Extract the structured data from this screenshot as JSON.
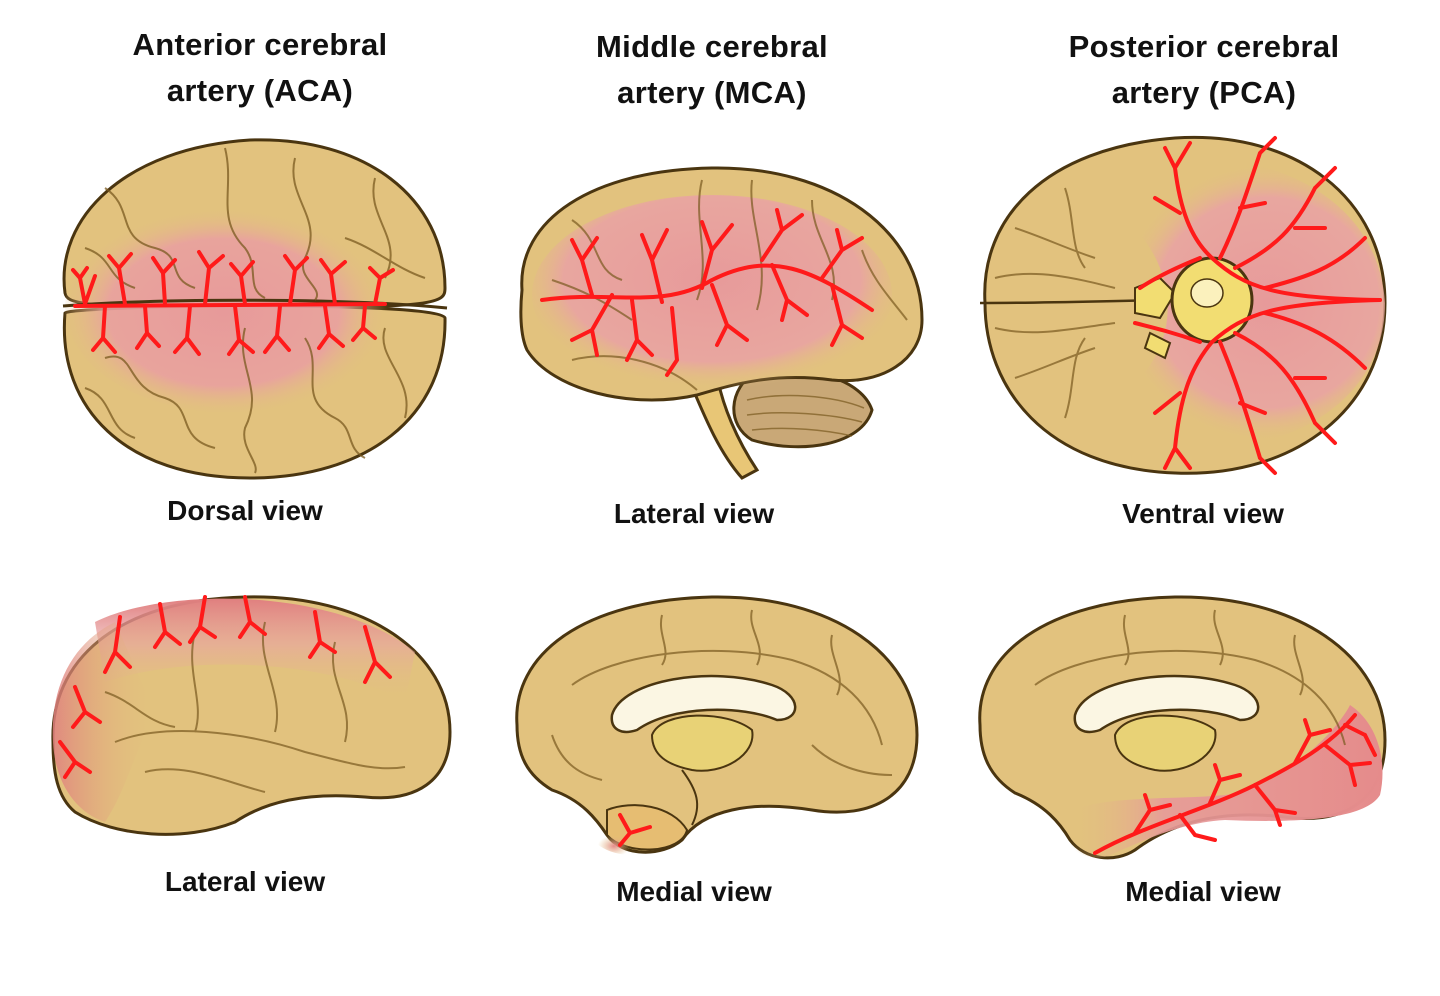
{
  "columns": [
    {
      "title_line1": "Anterior cerebral",
      "title_line2": "artery (ACA)",
      "top_view": "Dorsal view",
      "bottom_view": "Lateral view"
    },
    {
      "title_line1": "Middle cerebral",
      "title_line2": "artery (MCA)",
      "top_view": "Lateral view",
      "bottom_view": "Medial view"
    },
    {
      "title_line1": "Posterior cerebral",
      "title_line2": "artery (PCA)",
      "top_view": "Ventral view",
      "bottom_view": "Medial view"
    }
  ],
  "colors": {
    "brain_tissue": "#e2c27e",
    "brain_outline": "#4a3510",
    "perfusion_territory": "#e79a9a",
    "artery": "#ff1a1a",
    "brainstem": "#f2dd72"
  }
}
